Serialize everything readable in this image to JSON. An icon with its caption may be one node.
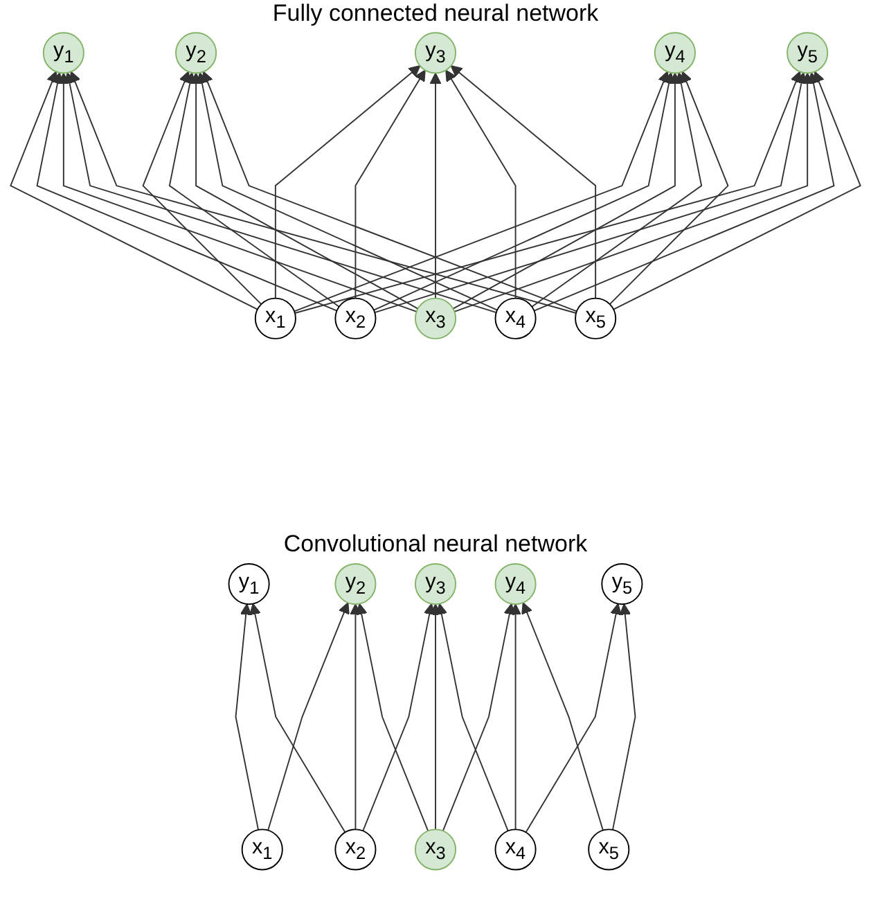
{
  "diagram": {
    "nodes": [
      {
        "text": [
          "y$_{1}$"
        ]
      },
      {
        "text": [
          "y$_{2}$"
        ]
      },
      {
        "text": [
          "y$_{3}$"
        ]
      },
      {
        "text": [
          "y$_{4}$"
        ]
      },
      {
        "text": [
          "y$_{5}$"
        ]
      },
      {
        "text": [
          "x$_{1}$"
        ]
      },
      {
        "text": [
          "x$_{2}$"
        ]
      },
      {
        "text": [
          "x$_{3}$"
        ]
      },
      {
        "text": [
          "x$_{4}$"
        ]
      },
      {
        "text": [
          "x$_{5}$"
        ]
      },
      {
        "text": [
          "y$_{1}$"
        ]
      },
      {
        "text": [
          "y$_{2}$"
        ]
      },
      {
        "text": [
          "y$_{3}$"
        ]
      },
      {
        "text": [
          "y$_{4}$"
        ]
      },
      {
        "text": [
          "y$_{5}$"
        ]
      },
      {
        "text": [
          "x$_{1}$"
        ]
      },
      {
        "text": [
          "x$_{2}$"
        ]
      },
      {
        "text": [
          "x$_{3}$"
        ]
      },
      {
        "text": [
          "x$_{4}$"
        ]
      },
      {
        "text": [
          "x$_{5}$"
        ]
      }
    ],
    "edges": [
      {
        "from": 5,
        "to": 0,
        "arrow": "to"
      },
      {
        "from": 5,
        "to": 1,
        "arrow": "to"
      },
      {
        "from": 5,
        "to": 2,
        "arrow": "to"
      },
      {
        "from": 5,
        "to": 3,
        "arrow": "to"
      },
      {
        "from": 5,
        "to": 4,
        "arrow": "to"
      },
      {
        "from": 6,
        "to": 0,
        "arrow": "to"
      },
      {
        "from": 6,
        "to": 1,
        "arrow": "to"
      },
      {
        "from": 6,
        "to": 2,
        "arrow": "to"
      },
      {
        "from": 6,
        "to": 3,
        "arrow": "to"
      },
      {
        "from": 6,
        "to": 4,
        "arrow": "to"
      },
      {
        "from": 7,
        "to": 0,
        "arrow": "to"
      },
      {
        "from": 7,
        "to": 1,
        "arrow": "to"
      },
      {
        "from": 7,
        "to": 2,
        "arrow": "to"
      },
      {
        "from": 7,
        "to": 3,
        "arrow": "to"
      },
      {
        "from": 7,
        "to": 4,
        "arrow": "to"
      },
      {
        "from": 8,
        "to": 0,
        "arrow": "to"
      },
      {
        "from": 8,
        "to": 1,
        "arrow": "to"
      },
      {
        "from": 8,
        "to": 2,
        "arrow": "to"
      },
      {
        "from": 8,
        "to": 3,
        "arrow": "to"
      },
      {
        "from": 8,
        "to": 4,
        "arrow": "to"
      },
      {
        "from": 9,
        "to": 0,
        "arrow": "to"
      },
      {
        "from": 9,
        "to": 1,
        "arrow": "to"
      },
      {
        "from": 9,
        "to": 2,
        "arrow": "to"
      },
      {
        "from": 9,
        "to": 3,
        "arrow": "to"
      },
      {
        "from": 9,
        "to": 4,
        "arrow": "to"
      },
      {
        "from": 15,
        "to": 10,
        "arrow": "to"
      },
      {
        "from": 15,
        "to": 11,
        "arrow": "to"
      },
      {
        "from": 16,
        "to": 10,
        "arrow": "to"
      },
      {
        "from": 16,
        "to": 11,
        "arrow": "to"
      },
      {
        "from": 16,
        "to": 12,
        "arrow": "to"
      },
      {
        "from": 17,
        "to": 11,
        "arrow": "to"
      },
      {
        "from": 17,
        "to": 12,
        "arrow": "to"
      },
      {
        "from": 17,
        "to": 13,
        "arrow": "to"
      },
      {
        "from": 18,
        "to": 12,
        "arrow": "to"
      },
      {
        "from": 18,
        "to": 13,
        "arrow": "to"
      },
      {
        "from": 18,
        "to": 14,
        "arrow": "to"
      },
      {
        "from": 19,
        "to": 13,
        "arrow": "to"
      },
      {
        "from": 19,
        "to": 14,
        "arrow": "to"
      }
    ],
    "labels": [
      "Fully connected neural network",
      "Convolutional neural network"
    ]
  }
}
